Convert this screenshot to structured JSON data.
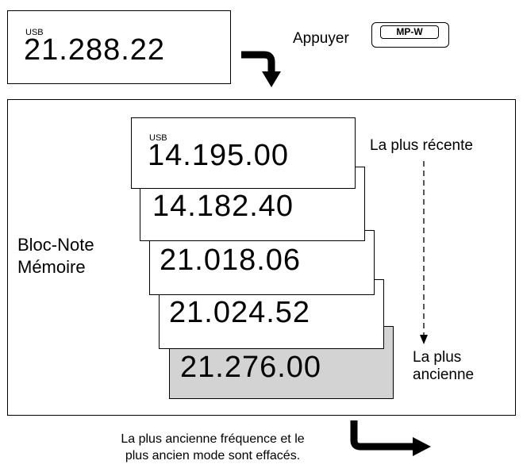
{
  "current": {
    "mode": "USB",
    "frequency": "21.288.22"
  },
  "action": {
    "prefix": "Appuyer",
    "key_label": "MP-W"
  },
  "memo": {
    "title_line1": "Bloc-Note",
    "title_line2": "Mémoire",
    "entries": [
      {
        "mode": "USB",
        "frequency": "14.195.00"
      },
      {
        "frequency": "14.182.40"
      },
      {
        "frequency": "21.018.06"
      },
      {
        "frequency": "21.024.52"
      },
      {
        "frequency": "21.276.00"
      }
    ],
    "newest_label": "La plus récente",
    "oldest_label_line1": "La plus",
    "oldest_label_line2": "ancienne"
  },
  "footer": {
    "line1": "La plus ancienne fréquence et le",
    "line2": "plus ancien mode sont effacés."
  },
  "colors": {
    "oldest_fill": "#d3d3d3",
    "stroke": "#000000"
  }
}
